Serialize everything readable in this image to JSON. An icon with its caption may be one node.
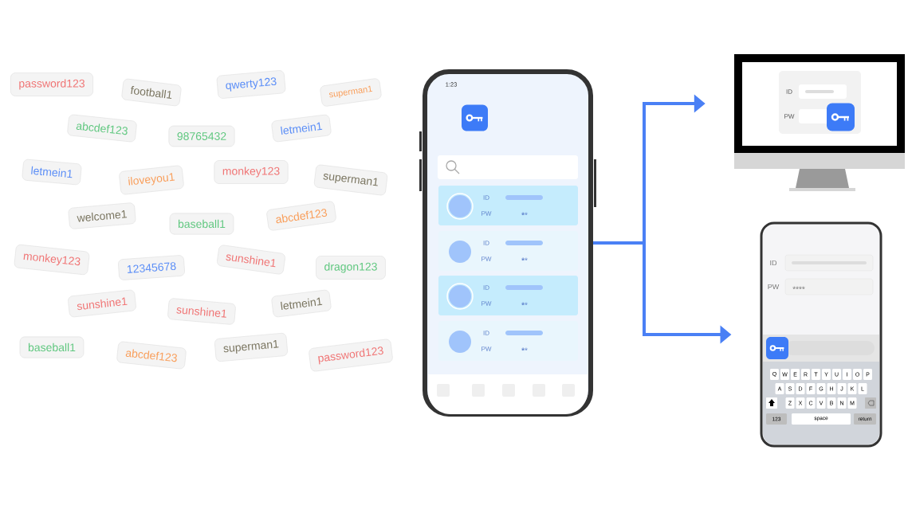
{
  "diagram": {
    "nodes": [
      {
        "text": [],
        "shape": "picture"
      },
      {
        "text": [],
        "shape": "picture"
      },
      {
        "text": [],
        "shape": "picture"
      }
    ],
    "edges": [
      {
        "from": 0,
        "to": 1,
        "arrow": "to"
      },
      {
        "from": 0,
        "to": 2,
        "arrow": "to"
      }
    ],
    "labels": [
      "password123",
      "football1",
      "qwerty123",
      "superman1",
      "abcdef123",
      "98765432",
      "letmein1",
      "letmein1",
      "iloveyou1",
      "monkey123",
      "superman1",
      "welcome1",
      "baseball1",
      "abcdef123",
      "monkey123",
      "12345678",
      "sunshine1",
      "dragon123",
      "sunshine1",
      "sunshine1",
      "letmein1",
      "baseball1",
      "abcdef123",
      "superman1",
      "password123",
      "1:23",
      "ID",
      "PW",
      "******",
      "ID",
      "PW",
      "******",
      "ID",
      "PW",
      "******",
      "ID",
      "PW",
      "******",
      "ID",
      "PW",
      "ID",
      "PW",
      "****",
      "Q",
      "W",
      "E",
      "R",
      "T",
      "Y",
      "U",
      "I",
      "O",
      "P",
      "A",
      "S",
      "D",
      "F",
      "G",
      "H",
      "J",
      "K",
      "L",
      "Z",
      "X",
      "C",
      "V",
      "B",
      "N",
      "M",
      "123",
      "space",
      "return"
    ]
  }
}
